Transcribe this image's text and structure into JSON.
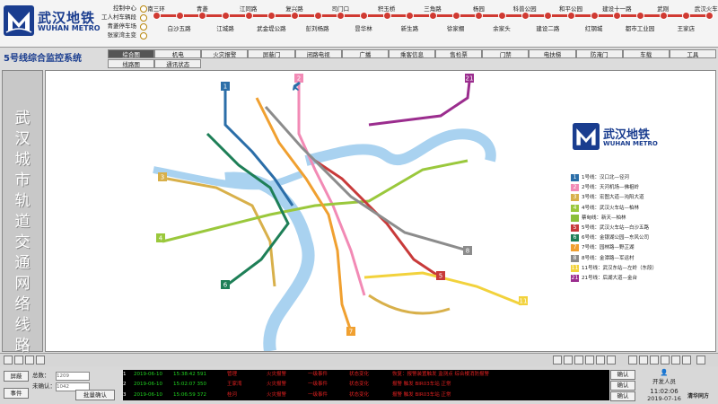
{
  "header": {
    "logo_cn": "武汉地铁",
    "logo_en": "WUHAN METRO",
    "system_title": "5号线综合监控系统",
    "control_items": [
      "控制中心",
      "工人村车辆段",
      "青菱停车场",
      "张家湾主变"
    ],
    "route_stations_top": [
      "南三环",
      "青菱",
      "江同路",
      "复兴路",
      "司门口",
      "积玉桥",
      "三角路",
      "杨园",
      "科普公园",
      "和平公园",
      "建设十一路",
      "武刚",
      "武汉火车站"
    ],
    "route_stations_bottom": [
      "白沙五路",
      "江城路",
      "武金堤公路",
      "彭刘杨路",
      "昙华林",
      "新生路",
      "徐家棚",
      "余家头",
      "建设二路",
      "红钢城",
      "都市工业园",
      "王家店"
    ]
  },
  "tabs_row1": [
    "综合图",
    "机电",
    "火灾报警",
    "屏蔽门",
    "闭路电视",
    "广播",
    "乘客信息",
    "售检票",
    "门禁",
    "电扶梯",
    "防淹门",
    "车载",
    "工具"
  ],
  "tabs_row2": [
    "线路图",
    "通讯状态"
  ],
  "left_panel_text": "武汉城市轨道交通网络线路图",
  "map": {
    "logo_cn": "武汉地铁",
    "logo_en": "WUHAN METRO",
    "line_badges": [
      "1",
      "2",
      "3",
      "4",
      "5",
      "6",
      "7",
      "8",
      "11",
      "21"
    ],
    "legend": [
      {
        "num": "1",
        "label": "1号线：汉口北—径河",
        "color": "#2b6ea8"
      },
      {
        "num": "2",
        "label": "2号线：天河机场—佛祖岭",
        "color": "#f28ab5"
      },
      {
        "num": "3",
        "label": "3号线：宏图大道—沌阳大道",
        "color": "#d8b04a"
      },
      {
        "num": "4",
        "label": "4号线：武汉火车站—柏林",
        "color": "#9ac83c"
      },
      {
        "num": "",
        "label": "蔡甸线：新天—柏林",
        "color": "#8bbf3a"
      },
      {
        "num": "5",
        "label": "5号线：武汉火车站—白沙五路",
        "color": "#c83a3a"
      },
      {
        "num": "6",
        "label": "6号线：金银湖公园—东风公司",
        "color": "#1e7f57"
      },
      {
        "num": "7",
        "label": "7号线：园林路—野芷湖",
        "color": "#f0a030"
      },
      {
        "num": "8",
        "label": "8号线：金潭路—军运村",
        "color": "#8c8c8c"
      },
      {
        "num": "11",
        "label": "11号线：武汉东站—左岭（东段）",
        "color": "#f2d23c"
      },
      {
        "num": "21",
        "label": "21号线：后湖大道—金台",
        "color": "#9b2d8e"
      }
    ]
  },
  "bottom": {
    "btn_mute": "屏蔽",
    "btn_event": "事件",
    "label_total": "总数：",
    "label_unconfirmed": "未确认：",
    "total_value": "1209",
    "unconfirmed_value": "1042",
    "btn_bulk_confirm": "批量确认",
    "alarms": [
      {
        "idx": "1",
        "date": "2019-06-10",
        "time": "15:38:42 591",
        "user": "管理",
        "type": "火灾报警",
        "level": "一级事件",
        "status": "状态变化",
        "msg": "恢复：报警装置触发 监测点 综合楼消防报警"
      },
      {
        "idx": "2",
        "date": "2019-06-10",
        "time": "15:02:07 350",
        "user": "王家湾",
        "type": "火灾报警",
        "level": "一级事件",
        "status": "状态变化",
        "msg": "报警 触发 BIR03车站 正常"
      },
      {
        "idx": "3",
        "date": "2019-06-10",
        "time": "15:06:59 372",
        "user": "桂河",
        "type": "火灾报警",
        "level": "一级事件",
        "status": "状态变化",
        "msg": "报警 触发 BIR03车站 正常"
      }
    ],
    "btn_confirm": "确认",
    "user_role": "开发人员",
    "clock_time": "11:02:06",
    "clock_date": "2019-07-16",
    "brand": "清华同方"
  },
  "colors": {
    "route_red": "#d03a32",
    "brand_blue": "#1a3d8f",
    "tab_active": "#555555",
    "alarm_red": "#e02020",
    "alarm_green": "#20d020"
  }
}
